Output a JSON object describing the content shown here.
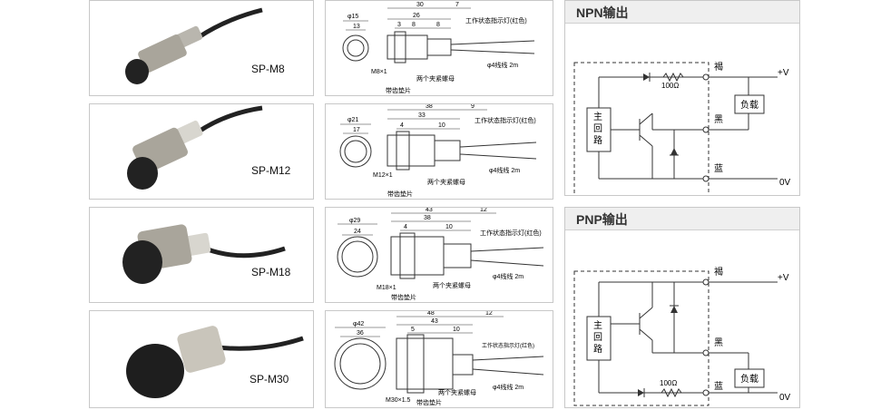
{
  "sensors": [
    {
      "model": "SP-M8",
      "dims": {
        "dia": "φ15",
        "inner": "13",
        "total": "30",
        "body": "26",
        "cap": "7",
        "a": "3",
        "b": "8",
        "c": "8",
        "thread": "M8×1"
      }
    },
    {
      "model": "SP-M12",
      "dims": {
        "dia": "φ21",
        "inner": "17",
        "total": "38",
        "body": "33",
        "cap": "9",
        "a": "4",
        "b": "10",
        "c": "",
        "thread": "M12×1"
      }
    },
    {
      "model": "SP-M18",
      "dims": {
        "dia": "φ29",
        "inner": "24",
        "total": "43",
        "body": "38",
        "cap": "12",
        "a": "4",
        "b": "10",
        "c": "",
        "thread": "M18×1"
      }
    },
    {
      "model": "SP-M30",
      "dims": {
        "dia": "φ42",
        "inner": "36",
        "total": "48",
        "body": "43",
        "cap": "12",
        "a": "5",
        "b": "10",
        "c": "",
        "thread": "M30×1.5"
      }
    }
  ],
  "drawing_labels": {
    "indicator": "工作状态指示灯(红色)",
    "cable": "φ4线线 2m",
    "nuts": "两个夹紧螺母",
    "washer": "带齿垫片"
  },
  "npn": {
    "title": "NPN输出",
    "main_circuit": [
      "主",
      "回",
      "路"
    ],
    "brown": "褐",
    "black": "黑",
    "blue": "蓝",
    "vplus": "+V",
    "zerov": "0V",
    "resistor": "100Ω",
    "load": "负载"
  },
  "pnp": {
    "title": "PNP输出",
    "main_circuit": [
      "主",
      "回",
      "路"
    ],
    "brown": "褐",
    "black": "黑",
    "blue": "蓝",
    "vplus": "+V",
    "zerov": "0V",
    "resistor": "100Ω",
    "load": "负载"
  },
  "colors": {
    "border": "#c8c8c8",
    "header_bg": "#efefef",
    "line": "#333333"
  }
}
